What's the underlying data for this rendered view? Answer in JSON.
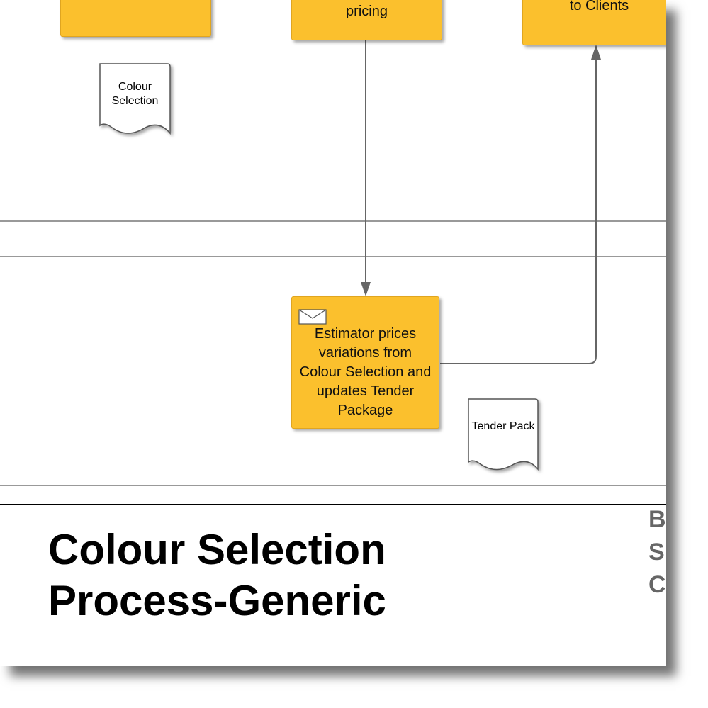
{
  "boxes": {
    "box_top_left": "",
    "box_top_middle": "pricing",
    "box_top_right": "to Clients",
    "estimator": "Estimator prices variations from Colour Selection and updates Tender Package"
  },
  "documents": {
    "colour_selection": "Colour Selection",
    "tender_pack": "Tender Pack"
  },
  "title": {
    "line1": "Colour Selection",
    "line2": "Process-Generic"
  },
  "side_letters": [
    "B",
    "S",
    "C"
  ],
  "colors": {
    "task": "#fbc02d",
    "connector": "#666666",
    "side_text": "#666666"
  }
}
